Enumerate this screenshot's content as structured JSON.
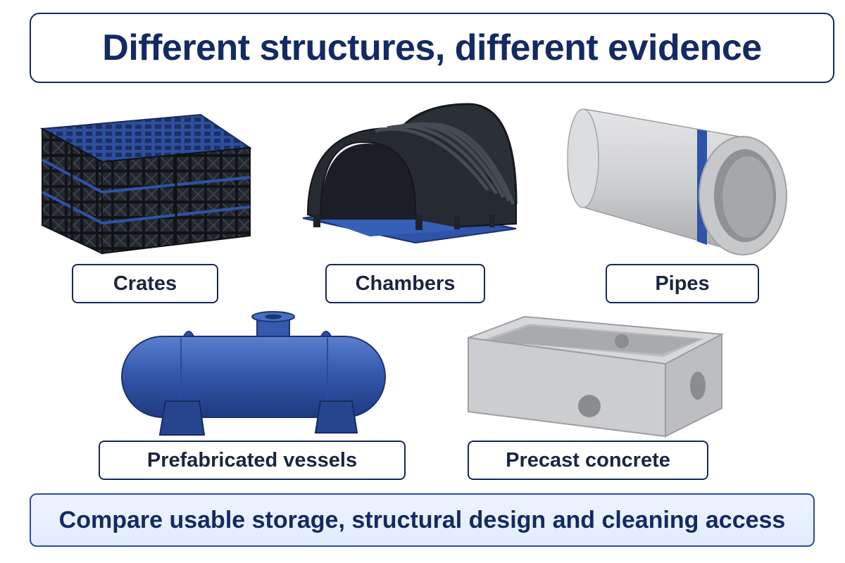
{
  "title": "Different structures, different evidence",
  "items": [
    {
      "label": "Crates"
    },
    {
      "label": "Chambers"
    },
    {
      "label": "Pipes"
    },
    {
      "label": "Prefabricated vessels"
    },
    {
      "label": "Precast concrete"
    }
  ],
  "footer": "Compare usable storage, structural design and cleaning access",
  "colors": {
    "navy": "#17275c",
    "blue": "#2f53a6",
    "concrete": "#c7c9cb",
    "plastic": "#1e2229"
  }
}
